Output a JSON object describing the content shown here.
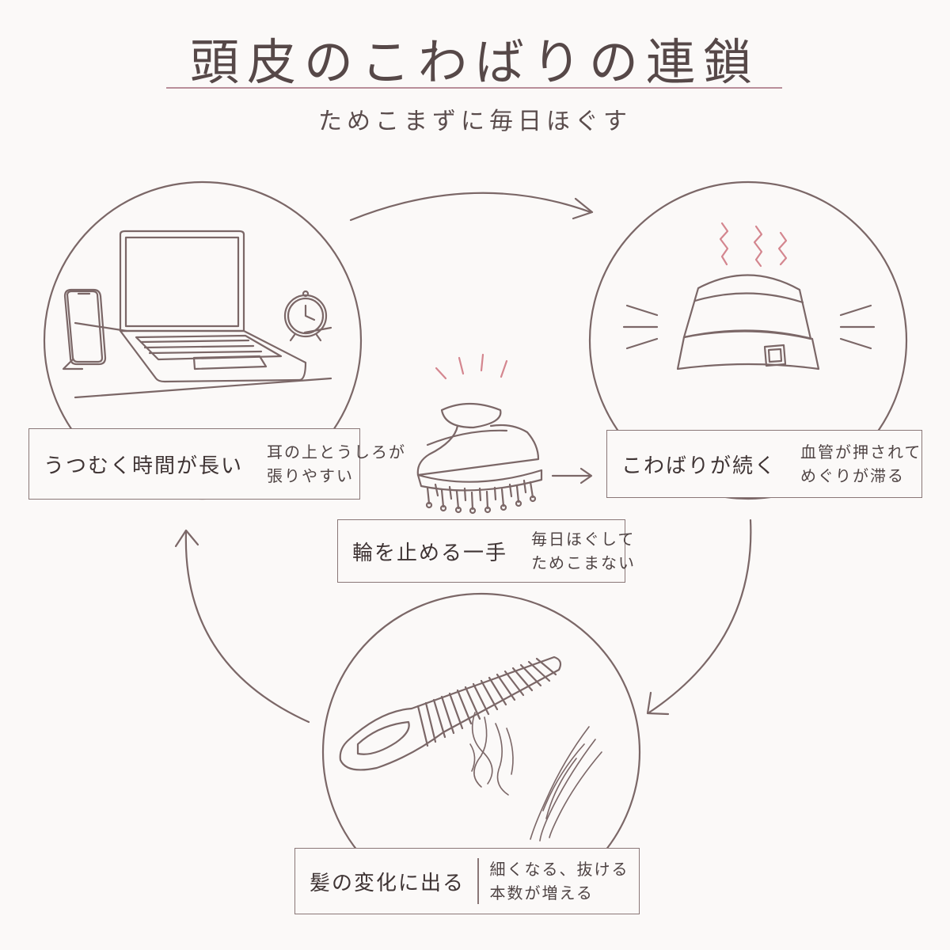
{
  "title": "頭皮のこわばりの連鎖",
  "subtitle": "ためこまずに毎日ほぐす",
  "colors": {
    "line": "#7b6767",
    "accent_pink": "#d4868f",
    "rule": "#b98e9a",
    "background": "#fbf9f8"
  },
  "cycle": {
    "step1": {
      "title": "うつむく時間が長い",
      "note_line1": "耳の上とうしろが",
      "note_line2": "張りやすい",
      "icons": [
        "smartphone-icon",
        "laptop-icon",
        "alarm-clock-icon"
      ]
    },
    "step2": {
      "title": "こわばりが続く",
      "note_line1": "血管が押されて",
      "note_line2": "めぐりが滞る",
      "icons": [
        "stiff-scalp-icon",
        "tension-lines-icon"
      ]
    },
    "step3": {
      "title": "髪の変化に出る",
      "note_line1": "細くなる、抜ける",
      "note_line2": "本数が増える",
      "icons": [
        "comb-icon",
        "fallen-hair-icon"
      ]
    },
    "center": {
      "title": "輪を止める一手",
      "note_line1": "毎日ほぐして",
      "note_line2": "ためこまない",
      "icons": [
        "scalp-brush-icon"
      ]
    }
  }
}
